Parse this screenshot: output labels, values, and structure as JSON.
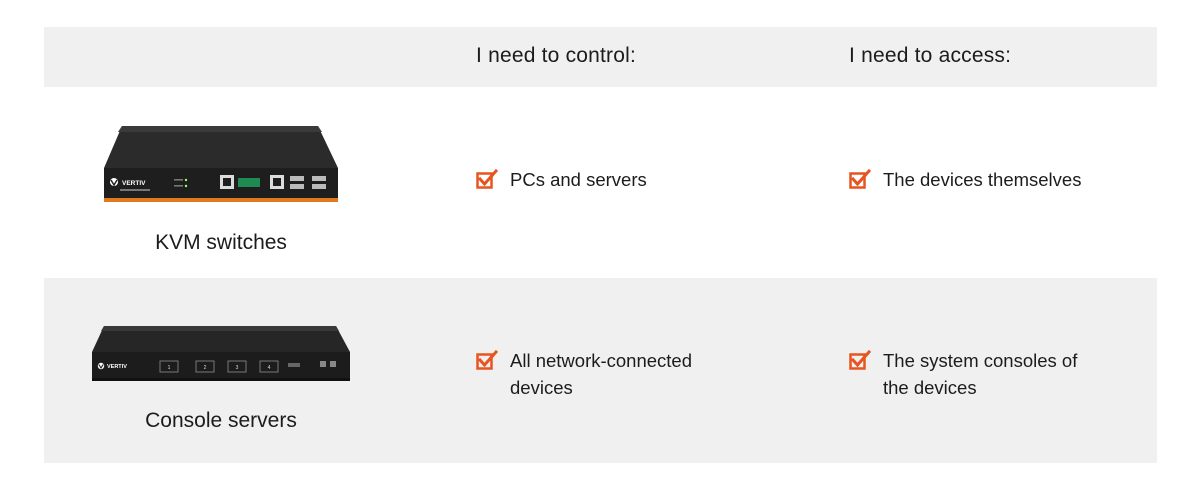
{
  "header": {
    "control_title": "I need to control:",
    "access_title": "I need to access:"
  },
  "rows": [
    {
      "label": "KVM switches",
      "device_brand": "VERTIV",
      "control": "PCs and servers",
      "access": "The devices themselves"
    },
    {
      "label": "Console servers",
      "device_brand": "VERTIV",
      "port_numbers": [
        "1",
        "2",
        "3",
        "4"
      ],
      "control": "All network-connected devices",
      "access": "The system consoles of the devices"
    }
  ],
  "colors": {
    "band": "#f0f0f0",
    "check_accent": "#e8541f",
    "device_orange": "#e07a1f"
  },
  "icons": [
    "checkbox-checked-icon",
    "vertiv-logo-icon"
  ]
}
